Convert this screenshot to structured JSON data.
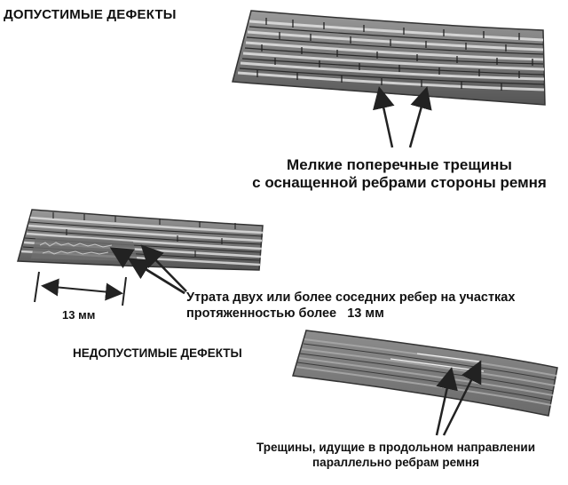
{
  "headings": {
    "acceptable": "ДОПУСТИМЫЕ ДЕФЕКТЫ",
    "unacceptable": "НЕДОПУСТИМЫЕ ДЕФЕКТЫ"
  },
  "captions": {
    "transverse_cracks_line1": "Мелкие поперечные трещины",
    "transverse_cracks_line2": "с оснащенной ребрами стороны ремня",
    "rib_loss_line1": "Утрата двух или более соседних ребер на участках",
    "rib_loss_line2": "протяженностью более",
    "rib_loss_value": "13 мм",
    "longitudinal_cracks_line1": "Трещины, идущие в продольном направлении",
    "longitudinal_cracks_line2": "параллельно ребрам ремня"
  },
  "dimension": {
    "label": "13 мм"
  },
  "colors": {
    "belt_dark": "#3a3a3a",
    "belt_mid": "#7a7a7a",
    "belt_light": "#b5b5b5",
    "ink": "#111111"
  }
}
